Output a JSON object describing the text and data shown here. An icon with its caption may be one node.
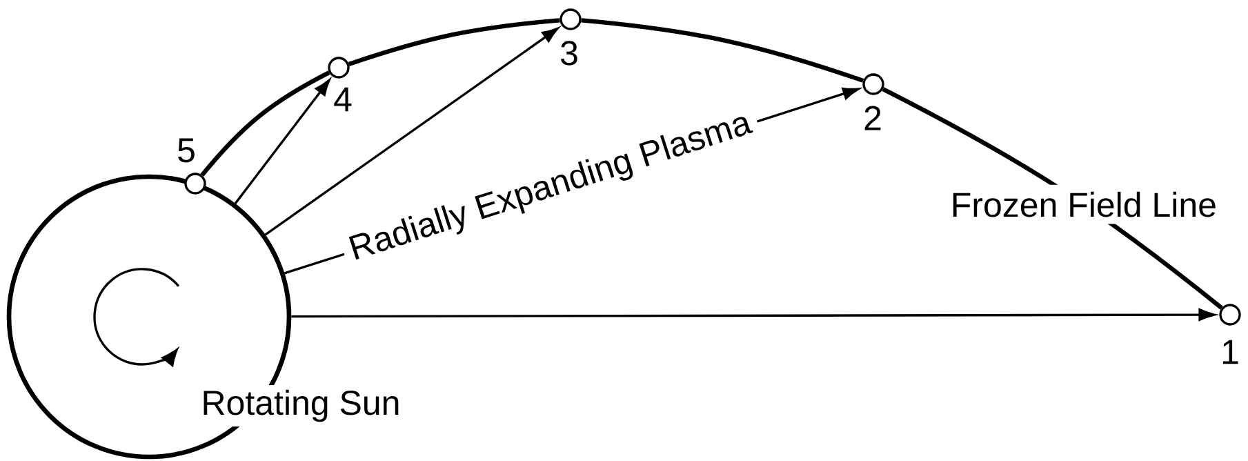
{
  "diagram": {
    "nodes": [
      {
        "text": [
          "Rotating Sun"
        ]
      },
      {
        "text": [],
        "shape": "circle",
        "beside": [
          "5"
        ]
      },
      {
        "text": [],
        "shape": "circle",
        "beside": [
          "4"
        ]
      },
      {
        "text": [],
        "shape": "circle",
        "beside": [
          "3"
        ]
      },
      {
        "text": [],
        "shape": "circle",
        "beside": [
          "2"
        ]
      },
      {
        "text": [],
        "shape": "circle",
        "beside": [
          "1"
        ]
      }
    ],
    "edges": [
      {
        "from": 0,
        "to": 2,
        "arrow": "to"
      },
      {
        "from": 0,
        "to": 3,
        "arrow": "to"
      },
      {
        "from": 0,
        "to": 4,
        "arrow": "to",
        "label": "Radially Expanding Plasma"
      },
      {
        "from": 0,
        "to": 5,
        "arrow": "to"
      },
      {
        "from": 1,
        "to": 2,
        "arrow": "none",
        "style": "thick"
      },
      {
        "from": 2,
        "to": 3,
        "arrow": "none",
        "style": "thick"
      },
      {
        "from": 3,
        "to": 4,
        "arrow": "none",
        "style": "thick"
      },
      {
        "from": 4,
        "to": 5,
        "arrow": "none",
        "style": "thick",
        "label": "Frozen Field Line"
      }
    ]
  }
}
